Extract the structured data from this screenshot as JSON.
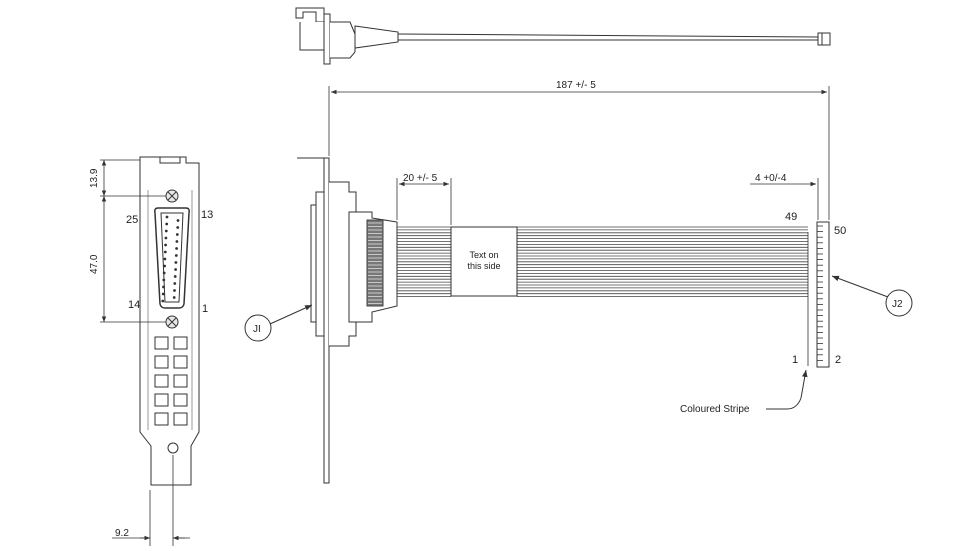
{
  "drawing": {
    "dimensions": {
      "overall_length": "187 +/- 5",
      "strip_length": "20 +/- 5",
      "end_offset": "4 +0/-4",
      "top_offset": "13.9",
      "pin_span": "47.0",
      "bottom_offset": "9.2"
    },
    "connector_d25": {
      "pin_top_left": "25",
      "pin_top_right": "13",
      "pin_bottom_left": "14",
      "pin_bottom_right": "1"
    },
    "idc_header": {
      "pin_top_left": "49",
      "pin_top_right": "50",
      "pin_bottom_left": "1",
      "pin_bottom_right": "2"
    },
    "cable_label": [
      "Text on",
      "this side"
    ],
    "callouts": {
      "j1": "JI",
      "j2": "J2",
      "stripe": "Coloured Stripe"
    }
  }
}
